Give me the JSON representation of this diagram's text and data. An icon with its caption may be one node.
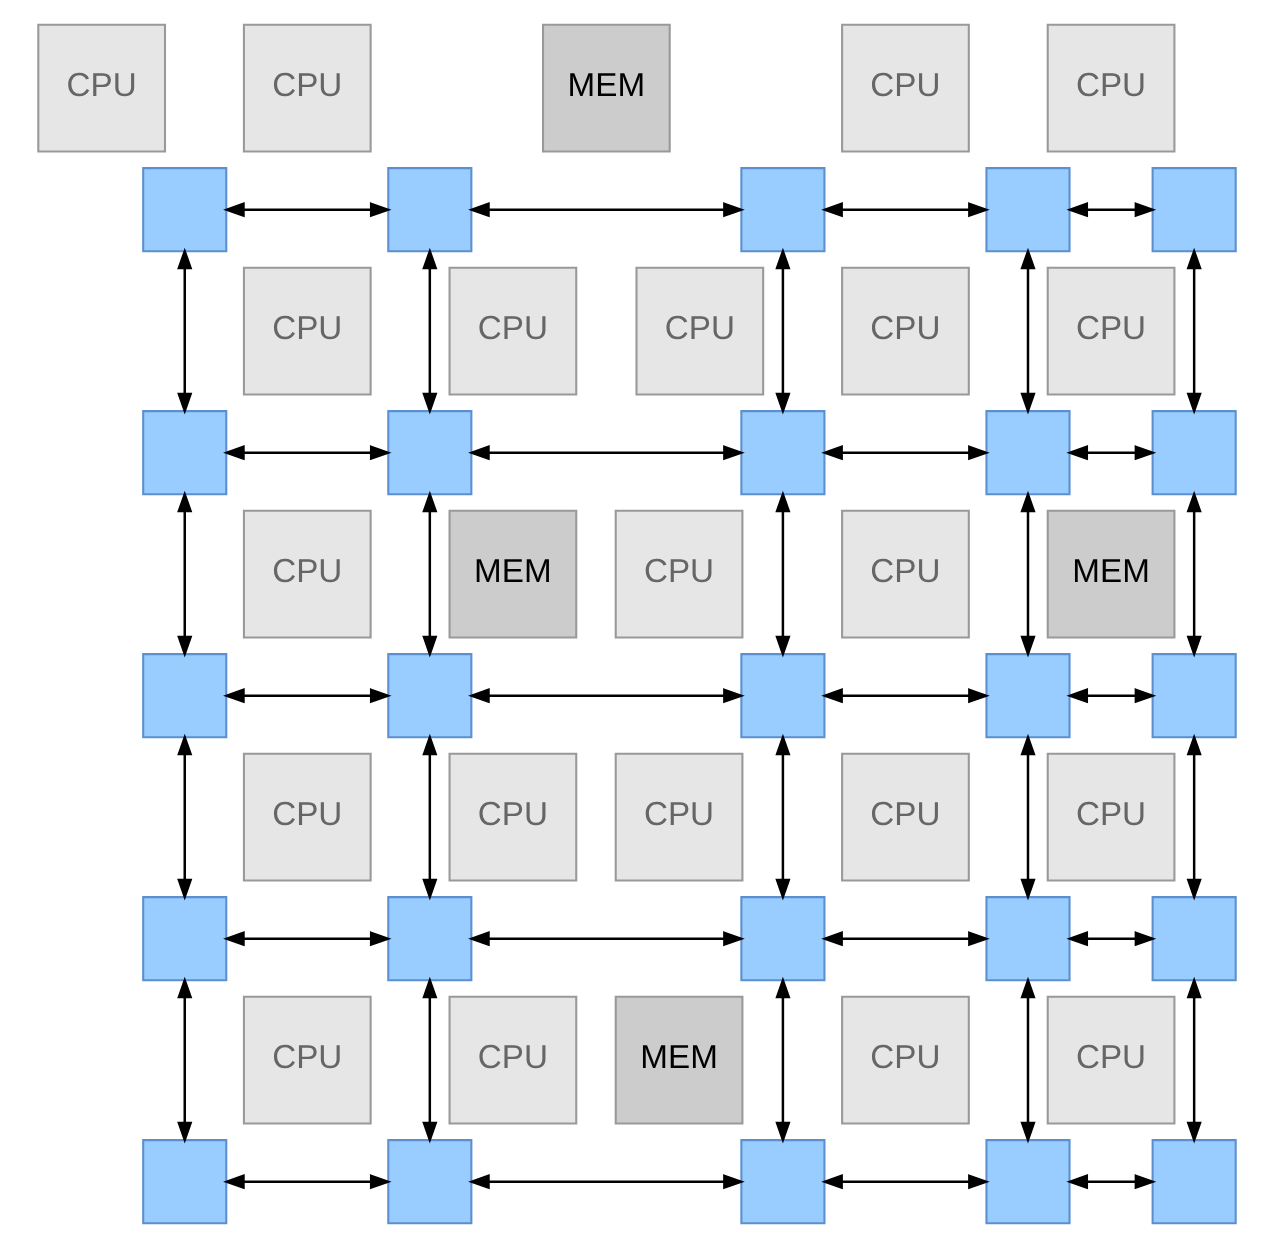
{
  "diagram": {
    "nodes": [
      {
        "text": [
          "CPU"
        ]
      },
      {
        "text": [
          "CPU"
        ]
      },
      {
        "text": [
          "MEM"
        ]
      },
      {
        "text": [
          "CPU"
        ]
      },
      {
        "text": [
          "CPU"
        ]
      },
      {
        "text": [],
        "shape": "box"
      },
      {
        "text": [],
        "shape": "box"
      },
      {
        "text": [],
        "shape": "box"
      },
      {
        "text": [],
        "shape": "box"
      },
      {
        "text": [],
        "shape": "box"
      },
      {
        "text": [
          "CPU"
        ]
      },
      {
        "text": [
          "CPU"
        ]
      },
      {
        "text": [
          "CPU"
        ]
      },
      {
        "text": [
          "CPU"
        ]
      },
      {
        "text": [
          "CPU"
        ]
      },
      {
        "text": [],
        "shape": "box"
      },
      {
        "text": [],
        "shape": "box"
      },
      {
        "text": [],
        "shape": "box"
      },
      {
        "text": [],
        "shape": "box"
      },
      {
        "text": [],
        "shape": "box"
      },
      {
        "text": [
          "MEM"
        ]
      },
      {
        "text": [
          "CPU"
        ]
      },
      {
        "text": [
          "CPU"
        ]
      },
      {
        "text": [
          "CPU"
        ]
      },
      {
        "text": [
          "MEM"
        ]
      },
      {
        "text": [],
        "shape": "box"
      },
      {
        "text": [],
        "shape": "box"
      },
      {
        "text": [],
        "shape": "box"
      },
      {
        "text": [],
        "shape": "box"
      },
      {
        "text": [],
        "shape": "box"
      },
      {
        "text": [
          "CPU"
        ]
      },
      {
        "text": [
          "CPU"
        ]
      },
      {
        "text": [
          "CPU"
        ]
      },
      {
        "text": [
          "CPU"
        ]
      },
      {
        "text": [
          "CPU"
        ]
      },
      {
        "text": [],
        "shape": "box"
      },
      {
        "text": [],
        "shape": "box"
      },
      {
        "text": [],
        "shape": "box"
      },
      {
        "text": [],
        "shape": "box"
      },
      {
        "text": [],
        "shape": "box"
      },
      {
        "text": [
          "CPU"
        ]
      },
      {
        "text": [
          "CPU"
        ]
      },
      {
        "text": [
          "MEM"
        ]
      },
      {
        "text": [
          "CPU"
        ]
      },
      {
        "text": [
          "CPU"
        ]
      },
      {
        "text": [],
        "shape": "box"
      },
      {
        "text": [],
        "shape": "box"
      },
      {
        "text": [],
        "shape": "box"
      },
      {
        "text": [],
        "shape": "box"
      },
      {
        "text": [],
        "shape": "box"
      }
    ],
    "edges": [
      {
        "from": 5,
        "to": 6,
        "arrow": "both"
      },
      {
        "from": 6,
        "to": 7,
        "arrow": "both"
      },
      {
        "from": 7,
        "to": 8,
        "arrow": "both"
      },
      {
        "from": 8,
        "to": 9,
        "arrow": "both"
      },
      {
        "from": 5,
        "to": 15,
        "arrow": "both"
      },
      {
        "from": 6,
        "to": 16,
        "arrow": "both"
      },
      {
        "from": 7,
        "to": 17,
        "arrow": "both"
      },
      {
        "from": 8,
        "to": 18,
        "arrow": "both"
      },
      {
        "from": 9,
        "to": 19,
        "arrow": "both"
      },
      {
        "from": 15,
        "to": 16,
        "arrow": "both"
      },
      {
        "from": 16,
        "to": 17,
        "arrow": "both"
      },
      {
        "from": 17,
        "to": 18,
        "arrow": "both"
      },
      {
        "from": 18,
        "to": 19,
        "arrow": "both"
      },
      {
        "from": 15,
        "to": 25,
        "arrow": "both"
      },
      {
        "from": 16,
        "to": 26,
        "arrow": "both"
      },
      {
        "from": 17,
        "to": 27,
        "arrow": "both"
      },
      {
        "from": 18,
        "to": 28,
        "arrow": "both"
      },
      {
        "from": 19,
        "to": 29,
        "arrow": "both"
      },
      {
        "from": 25,
        "to": 26,
        "arrow": "both"
      },
      {
        "from": 26,
        "to": 27,
        "arrow": "both"
      },
      {
        "from": 27,
        "to": 28,
        "arrow": "both"
      },
      {
        "from": 28,
        "to": 29,
        "arrow": "both"
      },
      {
        "from": 25,
        "to": 35,
        "arrow": "both"
      },
      {
        "from": 26,
        "to": 36,
        "arrow": "both"
      },
      {
        "from": 27,
        "to": 37,
        "arrow": "both"
      },
      {
        "from": 28,
        "to": 38,
        "arrow": "both"
      },
      {
        "from": 29,
        "to": 39,
        "arrow": "both"
      },
      {
        "from": 35,
        "to": 36,
        "arrow": "both"
      },
      {
        "from": 36,
        "to": 37,
        "arrow": "both"
      },
      {
        "from": 37,
        "to": 38,
        "arrow": "both"
      },
      {
        "from": 38,
        "to": 39,
        "arrow": "both"
      },
      {
        "from": 35,
        "to": 45,
        "arrow": "both"
      },
      {
        "from": 36,
        "to": 46,
        "arrow": "both"
      },
      {
        "from": 37,
        "to": 47,
        "arrow": "both"
      },
      {
        "from": 38,
        "to": 48,
        "arrow": "both"
      },
      {
        "from": 39,
        "to": 49,
        "arrow": "both"
      },
      {
        "from": 45,
        "to": 46,
        "arrow": "both"
      },
      {
        "from": 46,
        "to": 47,
        "arrow": "both"
      },
      {
        "from": 47,
        "to": 48,
        "arrow": "both"
      },
      {
        "from": 48,
        "to": 49,
        "arrow": "both"
      }
    ]
  }
}
